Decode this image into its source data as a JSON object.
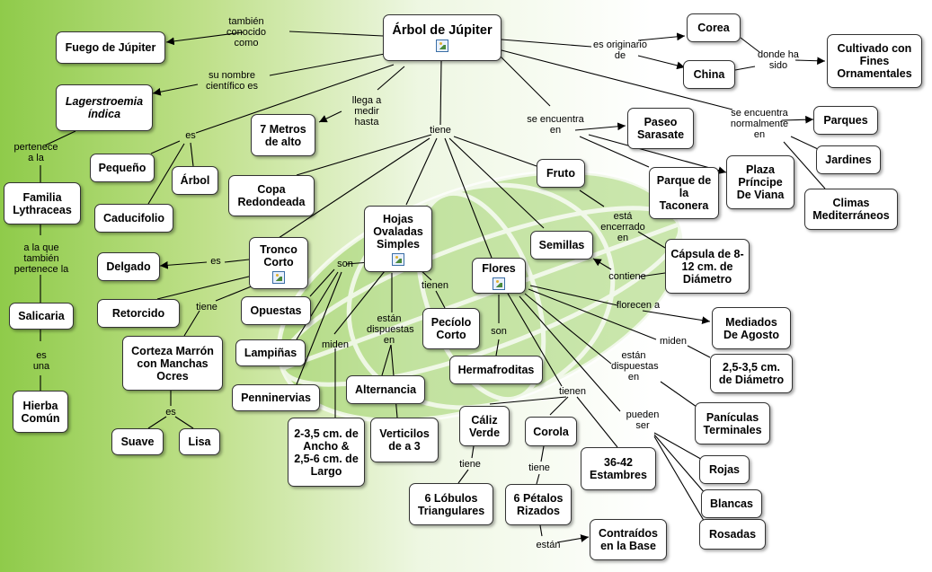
{
  "nodes": {
    "arbol_jupiter": "Árbol de Júpiter",
    "fuego": "Fuego de Júpiter",
    "lagerstroemia": "Lagerstroemia índica",
    "familia": "Familia Lythraceas",
    "salicaria": "Salicaria",
    "hierba": "Hierba Común",
    "pequeno": "Pequeño",
    "arbol": "Árbol",
    "caducifolio": "Caducifolio",
    "metros": "7 Metros de alto",
    "copa": "Copa Redondeada",
    "tronco": "Tronco Corto",
    "delgado": "Delgado",
    "retorcido": "Retorcido",
    "corteza": "Corteza Marrón con Manchas Ocres",
    "suave": "Suave",
    "lisa": "Lisa",
    "hojas": "Hojas Ovaladas Simples",
    "opuestas": "Opuestas",
    "lampinas": "Lampiñas",
    "penninervias": "Penninervias",
    "medidas": "2-3,5 cm. de Ancho & 2,5-6 cm. de Largo",
    "alternancia": "Alternancia",
    "verticilos": "Verticilos de a 3",
    "peciolo": "Pecíolo Corto",
    "flores": "Flores",
    "hermafroditas": "Hermafroditas",
    "caliz": "Cáliz Verde",
    "lobulos": "6 Lóbulos Triangulares",
    "corola": "Corola",
    "petalos": "6 Pétalos Rizados",
    "contraidos": "Contraídos en la Base",
    "estambres": "36-42 Estambres",
    "fruto": "Fruto",
    "semillas": "Semillas",
    "capsula": "Cápsula de 8-12 cm. de Diámetro",
    "mediados": "Mediados De Agosto",
    "diametro": "2,5-3,5 cm. de Diámetro",
    "paniculas": "Panículas Terminales",
    "rojas": "Rojas",
    "blancas": "Blancas",
    "rosadas": "Rosadas",
    "corea": "Corea",
    "china": "China",
    "cultivado": "Cultivado con Fines Ornamentales",
    "paseo": "Paseo Sarasate",
    "taconera": "Parque de la Taconera",
    "plaza": "Plaza Príncipe De Viana",
    "parques": "Parques",
    "jardines": "Jardines",
    "climas": "Climas Mediterráneos"
  },
  "labels": {
    "tambien_conocido": "también conocido como",
    "nombre_cientifico": "su nombre científico es",
    "pertenece": "pertenece a la",
    "a_la_que": "a la que también pertenece la",
    "es_una": "es una",
    "es_top": "es",
    "llega": "llega a medir hasta",
    "tiene_top": "tiene",
    "es_tronco": "es",
    "tiene_tronco": "tiene",
    "es_corteza": "es",
    "son_hojas": "son",
    "miden_hojas": "miden",
    "dispuestas_hojas": "están dispuestas en",
    "tienen_hojas": "tienen",
    "son_flores": "son",
    "tienen_flores": "tienen",
    "tiene_caliz": "tiene",
    "tiene_corola": "tiene",
    "estan": "están",
    "florecen": "florecen a",
    "miden_flores": "miden",
    "dispuestas_flores": "están dispuestas en",
    "pueden_ser": "pueden ser",
    "encerrado": "está encerrado en",
    "contiene": "contiene",
    "originario": "es originario de",
    "donde": "donde ha sido",
    "se_encuentra": "se encuentra en",
    "normalmente": "se encuentra normalmente en"
  },
  "colors": {
    "accent_green": "#8fcb4a",
    "node_border": "#333333",
    "line": "#000000"
  }
}
